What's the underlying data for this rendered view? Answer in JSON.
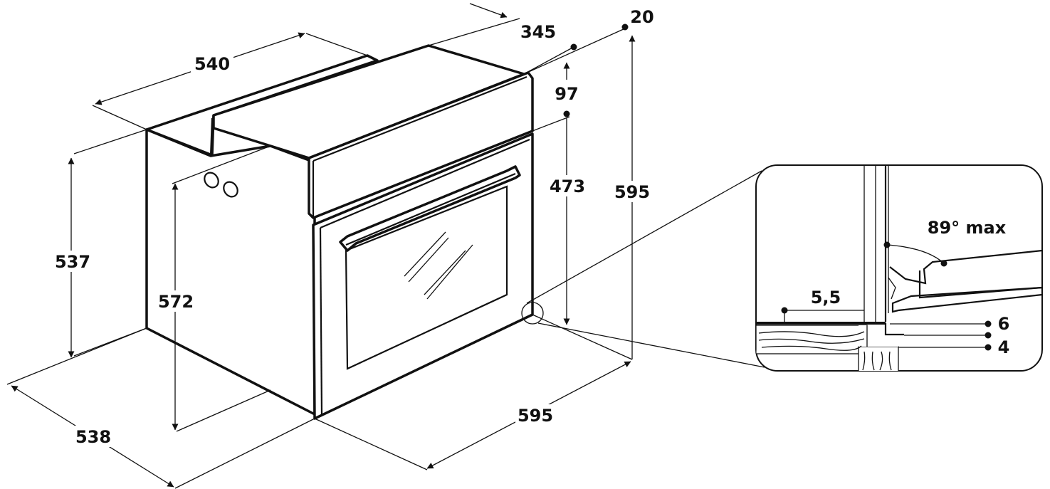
{
  "dimensions": {
    "top_width": "540",
    "panel_depth": "345",
    "panel_offset": "20",
    "panel_height": "97",
    "door_height": "473",
    "overall_height": "595",
    "body_height": "537",
    "opening_height": "572",
    "body_depth": "538",
    "front_width": "595"
  },
  "detail": {
    "door_angle": "89° max",
    "gap": "5,5",
    "step_top": "6",
    "step_bottom": "4"
  },
  "colors": {
    "stroke": "#111111",
    "background": "#ffffff"
  }
}
